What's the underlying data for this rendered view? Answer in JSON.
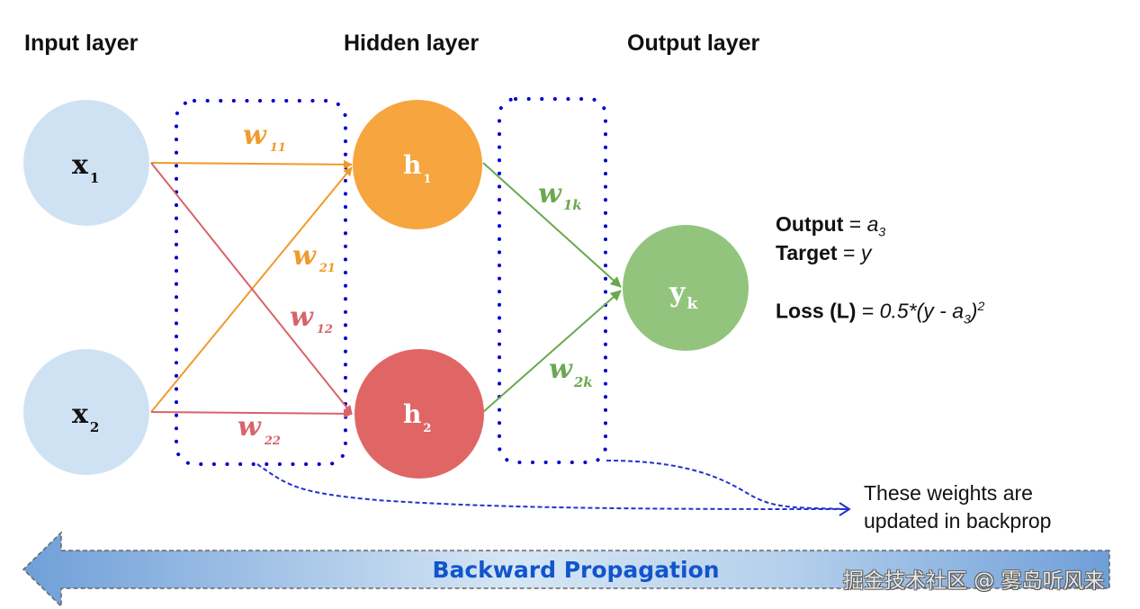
{
  "titles": {
    "input": "Input layer",
    "hidden": "Hidden layer",
    "output": "Output layer"
  },
  "nodes": {
    "x1": {
      "main": "x",
      "sub": "1",
      "color": "#cfe2f3"
    },
    "x2": {
      "main": "x",
      "sub": "2",
      "color": "#cfe2f3"
    },
    "h1": {
      "main": "h",
      "sub": "1",
      "color": "#f6a53f"
    },
    "h2": {
      "main": "h",
      "sub": "2",
      "color": "#e06666"
    },
    "yk": {
      "main": "y",
      "sub": "k",
      "color": "#93c47d"
    }
  },
  "weights": {
    "w11": {
      "main": "w",
      "sub": "11",
      "color": "#f09a2a"
    },
    "w21": {
      "main": "w",
      "sub": "21",
      "color": "#f09a2a"
    },
    "w12": {
      "main": "w",
      "sub": "12",
      "color": "#d9636b"
    },
    "w22": {
      "main": "w",
      "sub": "22",
      "color": "#d9636b"
    },
    "w1k": {
      "main": "w",
      "sub": "1k",
      "color": "#6aa84f"
    },
    "w2k": {
      "main": "w",
      "sub": "2k",
      "color": "#6aa84f"
    }
  },
  "info": {
    "output_label": "Output",
    "output_value": "a",
    "output_sub": "3",
    "target_label": "Target",
    "target_value": "y",
    "loss_label": "Loss (L)",
    "loss_expr_pre": "0.5*(y - a",
    "loss_sub": "3",
    "loss_expr_post": ")",
    "loss_sup": "2",
    "equals": " = "
  },
  "note": {
    "line1": "These weights are",
    "line2": "updated in backprop"
  },
  "banner": {
    "label": "Backward Propagation",
    "text_color": "#1155cc"
  },
  "watermark": "掘金技术社区 @ 雾岛听风来",
  "colors": {
    "dotted_box": "#0000cc",
    "dashed_arrow": "#2233cc"
  }
}
